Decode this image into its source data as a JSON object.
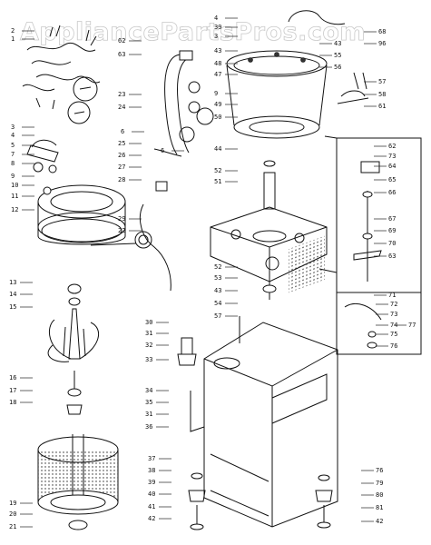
{
  "watermark": "AppliancePartsPros.com",
  "callouts": [
    {
      "id": "c2",
      "text": "2"
    },
    {
      "id": "c1",
      "text": "1"
    },
    {
      "id": "c3",
      "text": "3"
    },
    {
      "id": "c4",
      "text": "4"
    },
    {
      "id": "c5",
      "text": "5"
    },
    {
      "id": "c7",
      "text": "7"
    },
    {
      "id": "c8",
      "text": "8"
    },
    {
      "id": "c9",
      "text": "9"
    },
    {
      "id": "c10",
      "text": "10"
    },
    {
      "id": "c11",
      "text": "11"
    },
    {
      "id": "c12",
      "text": "12"
    },
    {
      "id": "c13",
      "text": "13"
    },
    {
      "id": "c14",
      "text": "14"
    },
    {
      "id": "c15",
      "text": "15"
    },
    {
      "id": "c16",
      "text": "16"
    },
    {
      "id": "c17",
      "text": "17"
    },
    {
      "id": "c18",
      "text": "18"
    },
    {
      "id": "c19",
      "text": "19"
    },
    {
      "id": "c20",
      "text": "20"
    },
    {
      "id": "c21",
      "text": "21"
    },
    {
      "id": "c62a",
      "text": "62"
    },
    {
      "id": "c63",
      "text": "63"
    },
    {
      "id": "c23",
      "text": "23"
    },
    {
      "id": "c24",
      "text": "24"
    },
    {
      "id": "c6",
      "text": "6"
    },
    {
      "id": "c25",
      "text": "25"
    },
    {
      "id": "c26",
      "text": "26"
    },
    {
      "id": "c27",
      "text": "27"
    },
    {
      "id": "c28",
      "text": "28"
    },
    {
      "id": "c29",
      "text": "29"
    },
    {
      "id": "c22",
      "text": "22"
    },
    {
      "id": "c4b",
      "text": "4"
    },
    {
      "id": "c39a",
      "text": "39"
    },
    {
      "id": "c3b",
      "text": "3"
    },
    {
      "id": "c43a",
      "text": "43"
    },
    {
      "id": "c48",
      "text": "48"
    },
    {
      "id": "c47",
      "text": "47"
    },
    {
      "id": "c9b",
      "text": "9"
    },
    {
      "id": "c49",
      "text": "49"
    },
    {
      "id": "c50",
      "text": "50"
    },
    {
      "id": "c6b",
      "text": "6"
    },
    {
      "id": "c68",
      "text": "68"
    },
    {
      "id": "c96",
      "text": "96"
    },
    {
      "id": "c43b",
      "text": "43"
    },
    {
      "id": "c55",
      "text": "55"
    },
    {
      "id": "c56",
      "text": "56"
    },
    {
      "id": "c57",
      "text": "57"
    },
    {
      "id": "c58",
      "text": "58"
    },
    {
      "id": "c61",
      "text": "61"
    },
    {
      "id": "c44",
      "text": "44"
    },
    {
      "id": "c52a",
      "text": "52"
    },
    {
      "id": "c51",
      "text": "51"
    },
    {
      "id": "c52b",
      "text": "52"
    },
    {
      "id": "c53",
      "text": "53"
    },
    {
      "id": "c43c",
      "text": "43"
    },
    {
      "id": "c62b",
      "text": "62"
    },
    {
      "id": "c73a",
      "text": "73"
    },
    {
      "id": "c64",
      "text": "64"
    },
    {
      "id": "c65",
      "text": "65"
    },
    {
      "id": "c66",
      "text": "66"
    },
    {
      "id": "c67",
      "text": "67"
    },
    {
      "id": "c69",
      "text": "69"
    },
    {
      "id": "c70",
      "text": "70"
    },
    {
      "id": "c63b",
      "text": "63"
    },
    {
      "id": "c71",
      "text": "71"
    },
    {
      "id": "c72",
      "text": "72"
    },
    {
      "id": "c73b",
      "text": "73"
    },
    {
      "id": "c74",
      "text": "74"
    },
    {
      "id": "c75",
      "text": "75"
    },
    {
      "id": "c76a",
      "text": "76"
    },
    {
      "id": "c77",
      "text": "77"
    },
    {
      "id": "c54",
      "text": "54"
    },
    {
      "id": "c57b",
      "text": "57"
    },
    {
      "id": "c30",
      "text": "30"
    },
    {
      "id": "c31a",
      "text": "31"
    },
    {
      "id": "c32",
      "text": "32"
    },
    {
      "id": "c33",
      "text": "33"
    },
    {
      "id": "c34",
      "text": "34"
    },
    {
      "id": "c35",
      "text": "35"
    },
    {
      "id": "c31b",
      "text": "31"
    },
    {
      "id": "c36",
      "text": "36"
    },
    {
      "id": "c37",
      "text": "37"
    },
    {
      "id": "c38",
      "text": "38"
    },
    {
      "id": "c39b",
      "text": "39"
    },
    {
      "id": "c40",
      "text": "40"
    },
    {
      "id": "c41",
      "text": "41"
    },
    {
      "id": "c42a",
      "text": "42"
    },
    {
      "id": "c76b",
      "text": "76"
    },
    {
      "id": "c79",
      "text": "79"
    },
    {
      "id": "c80",
      "text": "80"
    },
    {
      "id": "c81",
      "text": "81"
    },
    {
      "id": "c42b",
      "text": "42"
    }
  ]
}
